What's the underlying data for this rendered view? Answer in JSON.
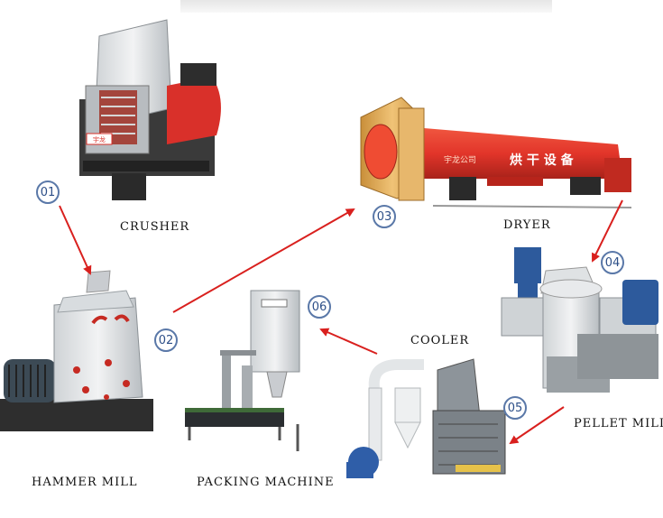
{
  "machines": [
    {
      "id": "crusher",
      "label": "CRUSHER",
      "brand_text": "宇龙"
    },
    {
      "id": "hammer-mill",
      "label": "HAMMER MILL"
    },
    {
      "id": "dryer",
      "label": "DRYER",
      "body_text": "烘 干 设 备",
      "company_text": "宇龙公司"
    },
    {
      "id": "pellet-mill",
      "label": "PELLET MILL"
    },
    {
      "id": "cooler",
      "label": "COOLER"
    },
    {
      "id": "packing-machine",
      "label": "PACKING MACHINE"
    }
  ],
  "steps": [
    "01",
    "02",
    "03",
    "04",
    "05",
    "06"
  ],
  "colors": {
    "arrow": "#d9201e",
    "step_ring": "#5a78a8",
    "dryer_drum": "#e2352a",
    "dryer_hood": "#e3b061",
    "crusher_red": "#d9302a"
  }
}
